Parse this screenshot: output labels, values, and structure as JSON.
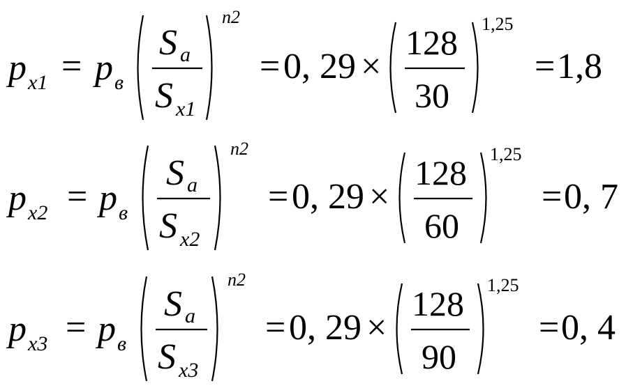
{
  "equations": [
    {
      "lhs_symbol": "p",
      "lhs_sub": "x1",
      "rhs_symbol": "p",
      "rhs_sub": "в",
      "ratio_num_symbol": "S",
      "ratio_num_sub": "a",
      "ratio_den_symbol": "S",
      "ratio_den_sub": "x1",
      "exponent_symbol": "n2",
      "coef": "0, 29",
      "frac_num": "128",
      "frac_den": "30",
      "exponent_value": "1,25",
      "result": "1,8"
    },
    {
      "lhs_symbol": "p",
      "lhs_sub": "x2",
      "rhs_symbol": "p",
      "rhs_sub": "в",
      "ratio_num_symbol": "S",
      "ratio_num_sub": "a",
      "ratio_den_symbol": "S",
      "ratio_den_sub": "x2",
      "exponent_symbol": "n2",
      "coef": "0, 29",
      "frac_num": "128",
      "frac_den": "60",
      "exponent_value": "1,25",
      "result": "0, 7"
    },
    {
      "lhs_symbol": "p",
      "lhs_sub": "x3",
      "rhs_symbol": "p",
      "rhs_sub": "в",
      "ratio_num_symbol": "S",
      "ratio_num_sub": "a",
      "ratio_den_symbol": "S",
      "ratio_den_sub": "x3",
      "exponent_symbol": "n2",
      "coef": "0, 29",
      "frac_num": "128",
      "frac_den": "90",
      "exponent_value": "1,25",
      "result": "0, 4"
    }
  ],
  "operators": {
    "equals": "=",
    "times": "×"
  }
}
